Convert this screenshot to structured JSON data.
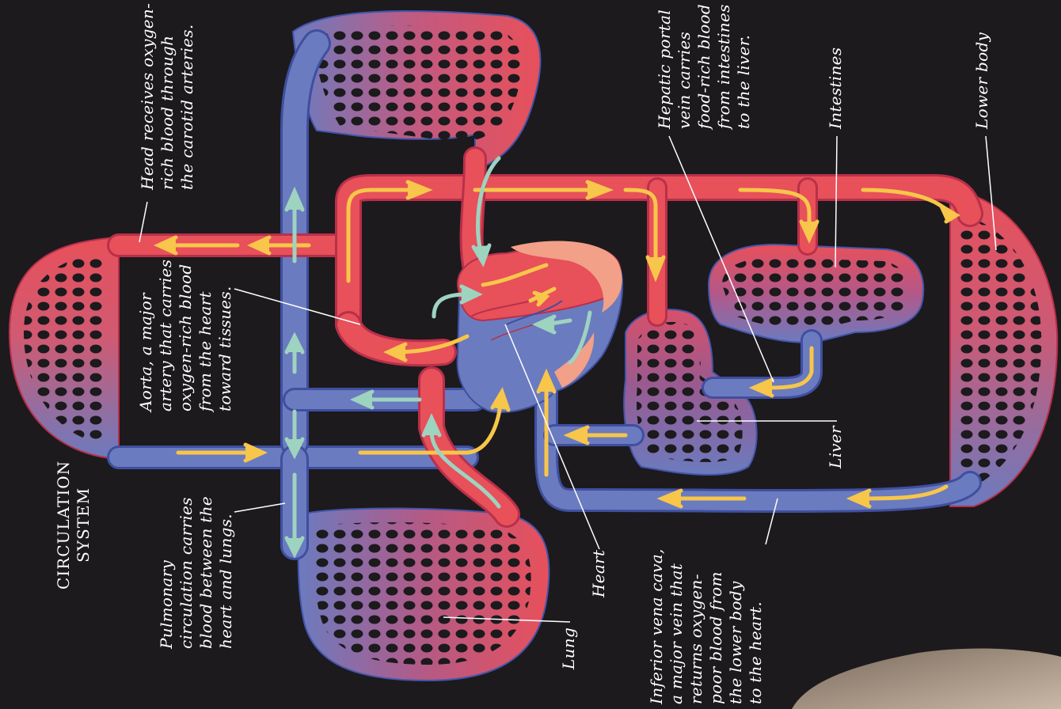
{
  "title": {
    "line1": "CIRCULATION",
    "line2": "SYSTEM"
  },
  "labels": {
    "head": [
      "Head receives oxygen-",
      "rich blood through",
      "the carotid arteries."
    ],
    "aorta": [
      "Aorta, a major",
      "artery that carries",
      "oxygen-rich blood",
      "from the heart",
      "toward tissues."
    ],
    "pulmonary": [
      "Pulmonary",
      "circulation carries",
      "blood between the",
      "heart and lungs."
    ],
    "lung": [
      "Lung"
    ],
    "heart": [
      "Heart"
    ],
    "ivc": [
      "Inferior vena cava,",
      "a major vein that",
      "returns oxygen-",
      "poor blood from",
      "the lower body",
      "to the heart."
    ],
    "liver": [
      "Liver"
    ],
    "hepatic": [
      "Hepatic portal",
      "vein carries",
      "food-rich blood",
      "from intestines",
      "to the liver."
    ],
    "intestines": [
      "Intestines"
    ],
    "lower_body": [
      "Lower body"
    ]
  },
  "colors": {
    "background": "#1c1a1d",
    "artery": "#e8505a",
    "vein": "#6b7bbf",
    "arrow_oxygenated": "#f7c64a",
    "arrow_pulmonary": "#9ed3c0",
    "heart_light": "#f2a088"
  }
}
